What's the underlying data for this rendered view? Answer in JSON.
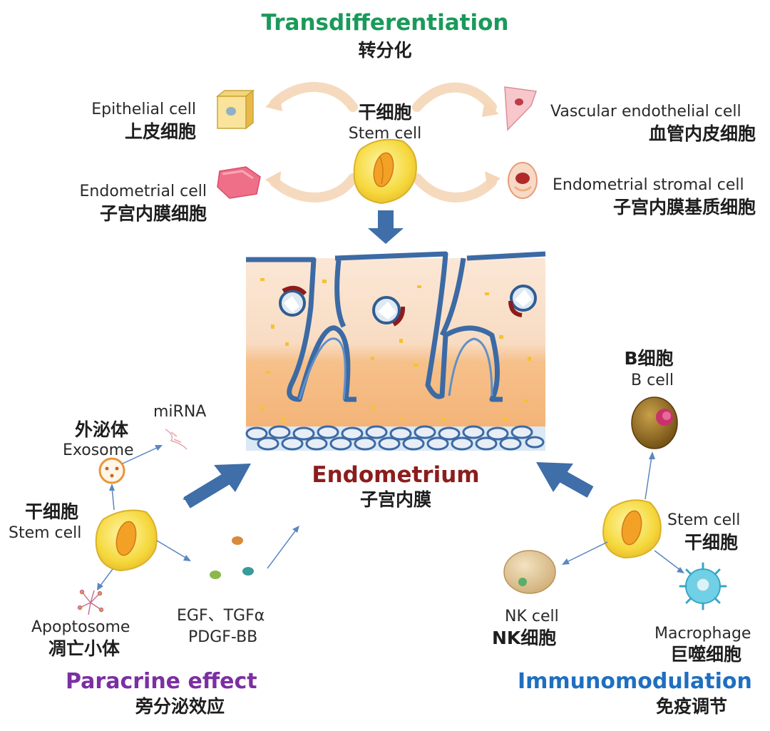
{
  "transdifferentiation": {
    "title_en": "Transdifferentiation",
    "title_zh": "转分化",
    "stem_zh": "干细胞",
    "stem_en": "Stem  cell",
    "epithelial_en": "Epithelial  cell",
    "epithelial_zh": "上皮细胞",
    "endometrial_en": "Endometrial cell",
    "endometrial_zh": "子宫内膜细胞",
    "vascular_en": "Vascular endothelial cell",
    "vascular_zh": "血管内皮细胞",
    "stromal_en": "Endometrial stromal cell",
    "stromal_zh": "子宫内膜基质细胞"
  },
  "endometrium": {
    "title_en": "Endometrium",
    "title_zh": "子宫内膜"
  },
  "paracrine": {
    "title_en": "Paracrine effect",
    "title_zh": "旁分泌效应",
    "stem_zh": "干细胞",
    "stem_en": "Stem  cell",
    "exosome_zh": "外泌体",
    "exosome_en": "Exosome",
    "mirna": "miRNA",
    "apoptosome_en": "Apoptosome",
    "apoptosome_zh": "凋亡小体",
    "factors_line1": "EGF、TGFα",
    "factors_line2": "PDGF-BB"
  },
  "immunomodulation": {
    "title_en": "Immunomodulation",
    "title_zh": "免疫调节",
    "stem_en": "Stem  cell",
    "stem_zh": "干细胞",
    "bcell_zh": "B细胞",
    "bcell_en": "B cell",
    "nk_en": "NK cell",
    "nk_zh": "NK细胞",
    "macrophage_en": "Macrophage",
    "macrophage_zh": "巨噬细胞"
  },
  "colors": {
    "green": "#1a9a5a",
    "red": "#8c1d1d",
    "purple": "#7b2fa3",
    "blue": "#1f6fc0",
    "arrow": "#3f6ea8",
    "stem_cell": "#f7dd4a"
  }
}
